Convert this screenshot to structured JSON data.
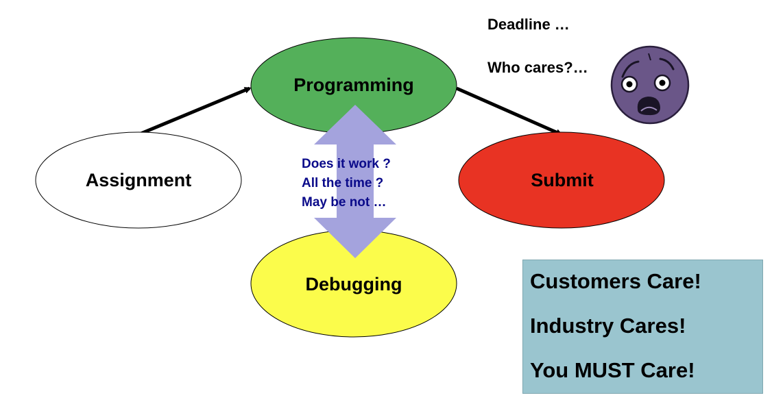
{
  "nodes": {
    "assignment": {
      "label": "Assignment",
      "color": "#ffffff"
    },
    "programming": {
      "label": "Programming",
      "color": "#54b05a"
    },
    "submit": {
      "label": "Submit",
      "color": "#e83323"
    },
    "debugging": {
      "label": "Debugging",
      "color": "#fbfc4b"
    }
  },
  "arrow_color": "#a4a3dd",
  "questions": [
    "Does it work ?",
    "All the time ?",
    "May be not …"
  ],
  "notes": {
    "deadline": "Deadline …",
    "who_cares": "Who cares?…"
  },
  "face_color": "#6a5688",
  "care_box": {
    "background": "#9ac5cf",
    "lines": [
      "Customers Care!",
      "Industry Cares!",
      "You MUST Care!"
    ]
  }
}
